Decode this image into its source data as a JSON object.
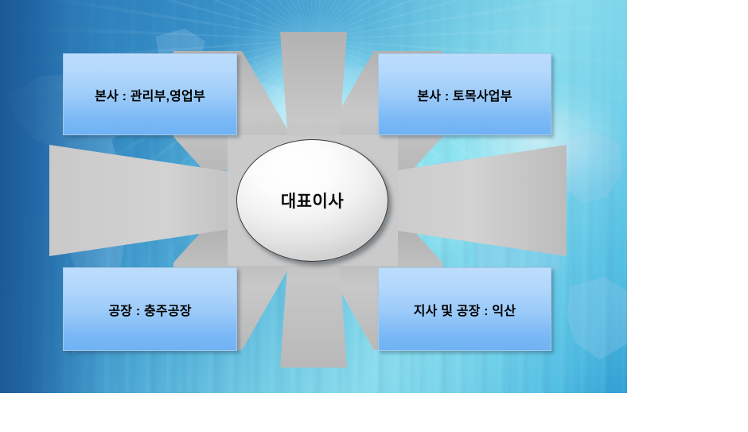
{
  "slide": {
    "kind": "organization-chart",
    "background_image": "blue-cityscape-world-map"
  },
  "center": {
    "label": "대표이사"
  },
  "boxes": [
    {
      "id": "top-left",
      "label": "본사 : 관리부,영업부"
    },
    {
      "id": "top-right",
      "label": "본사 : 토목사업부"
    },
    {
      "id": "bottom-left",
      "label": "공장 : 충주공장"
    },
    {
      "id": "bottom-right",
      "label": "지사 및 공장 : 익산"
    }
  ],
  "colors": {
    "box_fill_top": "#bcdcfb",
    "box_fill_bottom": "#6fb2f4",
    "box_border": "#a8c8e8",
    "star_fill": "#c6c6c6",
    "star_fill_dark": "#a9a9a9",
    "center_fill": "#ffffff",
    "center_border": "#3a3a3a",
    "text": "#000000",
    "background_blue": "#2a7ab8",
    "background_cyan": "#8fe0ee",
    "page": "#ffffff"
  }
}
